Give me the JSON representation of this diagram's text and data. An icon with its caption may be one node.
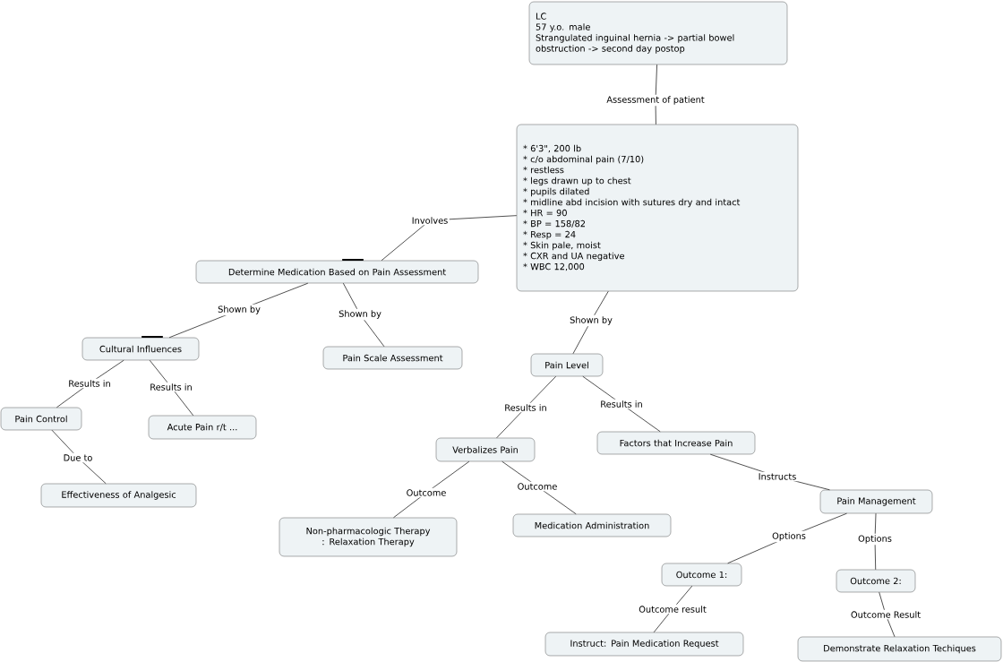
{
  "diagram": {
    "nodes": [
      {
        "text": [
          "LC",
          "57 y.o. male",
          "Strangulated inguinal hernia -> partial bowel obstruction -> second day postop"
        ]
      },
      {
        "text": [
          "* 6'3\", 200 lb",
          "* c/o abdominal pain (7/10)",
          "* restless",
          "* legs drawn up to chest",
          "* pupils dilated",
          "* midline abd incision with sutures dry and intact",
          "* HR = 90",
          "* BP = 158/82",
          "* Resp = 24",
          "* Skin pale, moist",
          "* CXR and UA negative",
          "* WBC 12,000"
        ]
      },
      {
        "text": [
          "Determine Medication Based on Pain Assessment"
        ]
      },
      {
        "text": [
          "Cultural Influences"
        ]
      },
      {
        "text": [
          "Pain Scale Assessment"
        ]
      },
      {
        "text": [
          "Pain Level"
        ]
      },
      {
        "text": [
          "Pain Control"
        ]
      },
      {
        "text": [
          "Acute Pain r/t ..."
        ]
      },
      {
        "text": [
          "Effectiveness of Analgesic"
        ]
      },
      {
        "text": [
          "Verbalizes Pain"
        ]
      },
      {
        "text": [
          "Factors that Increase Pain"
        ]
      },
      {
        "text": [
          "Pain Management"
        ]
      },
      {
        "text": [
          "Non-pharmacologic Therapy : Relaxation Therapy"
        ]
      },
      {
        "text": [
          "Medication Administration"
        ]
      },
      {
        "text": [
          "Outcome 1:"
        ]
      },
      {
        "text": [
          "Outcome 2:"
        ]
      },
      {
        "text": [
          "Instruct: Pain Medication Request"
        ]
      },
      {
        "text": [
          "Demonstrate Relaxation Techiques"
        ]
      }
    ],
    "edges": [
      {
        "from": 0,
        "to": 1,
        "arrow": "none",
        "label": "Assessment of patient"
      },
      {
        "from": 1,
        "to": 2,
        "arrow": "none",
        "label": "Involves"
      },
      {
        "from": 2,
        "to": 3,
        "arrow": "none",
        "label": "Shown by"
      },
      {
        "from": 2,
        "to": 4,
        "arrow": "none",
        "label": "Shown by"
      },
      {
        "from": 1,
        "to": 5,
        "arrow": "none",
        "label": "Shown by"
      },
      {
        "from": 3,
        "to": 6,
        "arrow": "none",
        "label": "Results in"
      },
      {
        "from": 3,
        "to": 7,
        "arrow": "none",
        "label": "Results in"
      },
      {
        "from": 6,
        "to": 8,
        "arrow": "none",
        "label": "Due to"
      },
      {
        "from": 5,
        "to": 9,
        "arrow": "none",
        "label": "Results in"
      },
      {
        "from": 5,
        "to": 10,
        "arrow": "none",
        "label": "Results in"
      },
      {
        "from": 9,
        "to": 12,
        "arrow": "none",
        "label": "Outcome"
      },
      {
        "from": 9,
        "to": 13,
        "arrow": "none",
        "label": "Outcome"
      },
      {
        "from": 10,
        "to": 11,
        "arrow": "none",
        "label": "Instructs"
      },
      {
        "from": 11,
        "to": 14,
        "arrow": "none",
        "label": "Options"
      },
      {
        "from": 11,
        "to": 15,
        "arrow": "none",
        "label": "Options"
      },
      {
        "from": 14,
        "to": 16,
        "arrow": "none",
        "label": "Outcome result"
      },
      {
        "from": 15,
        "to": 17,
        "arrow": "none",
        "label": "Outcome Result"
      }
    ]
  }
}
